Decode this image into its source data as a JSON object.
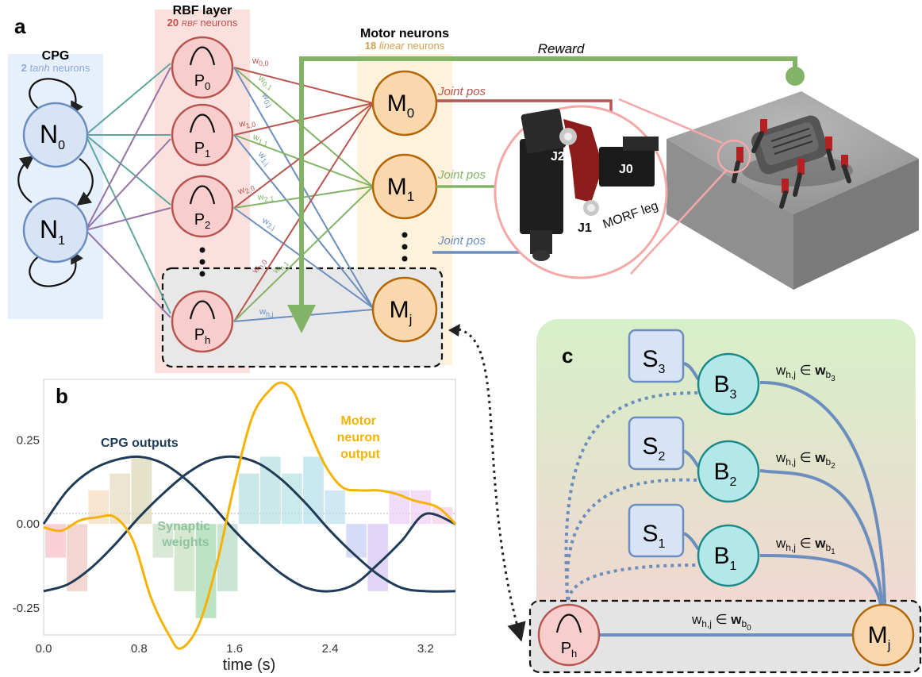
{
  "panels": {
    "a": "a",
    "b": "b",
    "c": "c"
  },
  "cpg": {
    "title": "CPG",
    "count": "2",
    "type": "tanh",
    "suffix": "neurons",
    "nodes": [
      {
        "base": "N",
        "sub": "0"
      },
      {
        "base": "N",
        "sub": "1"
      }
    ]
  },
  "rbf": {
    "title": "RBF layer",
    "count": "20",
    "type": "RBF",
    "suffix": "neurons",
    "nodes": [
      {
        "base": "P",
        "sub": "0"
      },
      {
        "base": "P",
        "sub": "1"
      },
      {
        "base": "P",
        "sub": "2"
      },
      {
        "base": "P",
        "sub": "h"
      }
    ]
  },
  "motor": {
    "title": "Motor neurons",
    "count": "18",
    "type": "linear",
    "suffix": "neurons",
    "nodes": [
      {
        "base": "M",
        "sub": "0"
      },
      {
        "base": "M",
        "sub": "1"
      },
      {
        "base": "M",
        "sub": "j"
      }
    ]
  },
  "weights": [
    {
      "base": "w",
      "sub": "0,0"
    },
    {
      "base": "w",
      "sub": "0,1"
    },
    {
      "base": "w",
      "sub": "0,j"
    },
    {
      "base": "w",
      "sub": "1,0"
    },
    {
      "base": "w",
      "sub": "1,1"
    },
    {
      "base": "w",
      "sub": "1,j"
    },
    {
      "base": "w",
      "sub": "2,0"
    },
    {
      "base": "w",
      "sub": "2,1"
    },
    {
      "base": "w",
      "sub": "2,j"
    },
    {
      "base": "w",
      "sub": "h,0"
    },
    {
      "base": "w",
      "sub": "h,1"
    },
    {
      "base": "w",
      "sub": "h,j"
    }
  ],
  "robot": {
    "reward": "Reward",
    "joint_pos": [
      "Joint pos",
      "Joint pos",
      "Joint pos"
    ],
    "joints": [
      "J2",
      "J0",
      "J1"
    ],
    "leg_label": "MORF leg"
  },
  "colors": {
    "cpg_bg": "#e6effc",
    "cpg_node": "#d6e4f6",
    "cpg_stroke": "#6c8ebf",
    "rbf_bg": "#fbe0de",
    "rbf_node": "#f8cecc",
    "rbf_stroke": "#b85450",
    "motor_bg": "#fff2dd",
    "motor_node": "#fad7ac",
    "motor_stroke": "#b46504",
    "red": "#b85450",
    "green": "#82b366",
    "blue": "#6c8ebf",
    "purple": "#9673a6",
    "teal": "#5fa59a",
    "reward": "#82b366",
    "orange": "#f5b301",
    "navy": "#1f3b57"
  },
  "chart_data": {
    "type": "line",
    "xlabel": "time (s)",
    "ylabel": "",
    "xlim": [
      0,
      3.45
    ],
    "ylim": [
      -0.33,
      0.43
    ],
    "xticks": [
      "0.0",
      "0.8",
      "1.6",
      "2.4",
      "3.2"
    ],
    "yticks": [
      "0.25",
      "0.00",
      "-0.25"
    ],
    "annotations": {
      "cpg": "CPG outputs",
      "synaptic": [
        "Synaptic",
        "weights"
      ],
      "motor": [
        "Motor",
        "neuron",
        "output"
      ]
    },
    "series": [
      {
        "x": [
          0,
          0.2,
          0.4,
          0.6,
          0.8,
          1.0,
          1.2,
          1.4,
          1.6,
          1.8,
          2.0,
          2.2,
          2.4,
          2.6,
          2.8,
          3.0,
          3.2,
          3.45
        ],
        "y": [
          0.0,
          0.1,
          0.16,
          0.19,
          0.2,
          0.18,
          0.13,
          0.06,
          -0.02,
          -0.09,
          -0.15,
          -0.19,
          -0.2,
          -0.18,
          -0.12,
          -0.05,
          0.03,
          0.0
        ]
      },
      {
        "x": [
          0,
          0.2,
          0.4,
          0.6,
          0.8,
          1.0,
          1.2,
          1.4,
          1.6,
          1.8,
          2.0,
          2.2,
          2.4,
          2.6,
          2.8,
          3.0,
          3.2,
          3.45
        ],
        "y": [
          -0.2,
          -0.18,
          -0.13,
          -0.06,
          0.02,
          0.09,
          0.15,
          0.19,
          0.2,
          0.18,
          0.13,
          0.06,
          -0.02,
          -0.09,
          -0.15,
          -0.19,
          -0.2,
          -0.2
        ]
      },
      {
        "x": [
          0,
          0.15,
          0.3,
          0.45,
          0.6,
          0.75,
          0.9,
          1.05,
          1.15,
          1.3,
          1.45,
          1.6,
          1.75,
          1.9,
          2.0,
          2.1,
          2.2,
          2.35,
          2.5,
          2.65,
          2.8,
          2.95,
          3.1,
          3.3,
          3.45
        ],
        "y": [
          -0.01,
          -0.02,
          0.01,
          0.02,
          0.02,
          -0.05,
          -0.22,
          -0.33,
          -0.37,
          -0.3,
          -0.12,
          0.12,
          0.32,
          0.4,
          0.42,
          0.39,
          0.3,
          0.18,
          0.11,
          0.1,
          0.1,
          0.09,
          0.07,
          0.05,
          0.0
        ]
      }
    ],
    "bars": {
      "x": [
        0.1,
        0.28,
        0.46,
        0.64,
        0.82,
        1.0,
        1.18,
        1.36,
        1.54,
        1.72,
        1.9,
        2.08,
        2.26,
        2.44,
        2.62,
        2.8,
        2.98,
        3.16,
        3.34
      ],
      "values": [
        -0.1,
        -0.2,
        0.1,
        0.15,
        0.2,
        -0.1,
        -0.2,
        -0.28,
        -0.2,
        0.15,
        0.2,
        0.15,
        0.2,
        0.1,
        -0.1,
        -0.2,
        0.1,
        0.1,
        0.05
      ],
      "colors": [
        "#f5c0c8",
        "#f0c8c0",
        "#f5dcc0",
        "#e8dcc0",
        "#dcd8b8",
        "#cce0c8",
        "#c8e0c0",
        "#a8d8b0",
        "#b8dcc8",
        "#b8e0e0",
        "#b8e0e0",
        "#b8e4e4",
        "#b8e0ec",
        "#c0e0f0",
        "#c8d0f5",
        "#d8c8f5",
        "#e8d0f8",
        "#f0d0f5",
        "#f5d0e8"
      ]
    }
  },
  "panel_c": {
    "sensors": [
      {
        "base": "S",
        "sub": "3"
      },
      {
        "base": "S",
        "sub": "2"
      },
      {
        "base": "S",
        "sub": "1"
      }
    ],
    "basis": [
      {
        "base": "B",
        "sub": "3"
      },
      {
        "base": "B",
        "sub": "2"
      },
      {
        "base": "B",
        "sub": "1"
      }
    ],
    "weight_labels": [
      {
        "w": "w",
        "sub": "h,j",
        "in": "∈",
        "W": "w",
        "Wsub": "b",
        "Wsubsub": "3"
      },
      {
        "w": "w",
        "sub": "h,j",
        "in": "∈",
        "W": "w",
        "Wsub": "b",
        "Wsubsub": "2"
      },
      {
        "w": "w",
        "sub": "h,j",
        "in": "∈",
        "W": "w",
        "Wsub": "b",
        "Wsubsub": "1"
      },
      {
        "w": "w",
        "sub": "h,j",
        "in": "∈",
        "W": "w",
        "Wsub": "b",
        "Wsubsub": "0"
      }
    ],
    "ph": {
      "base": "P",
      "sub": "h"
    },
    "mj": {
      "base": "M",
      "sub": "j"
    }
  }
}
